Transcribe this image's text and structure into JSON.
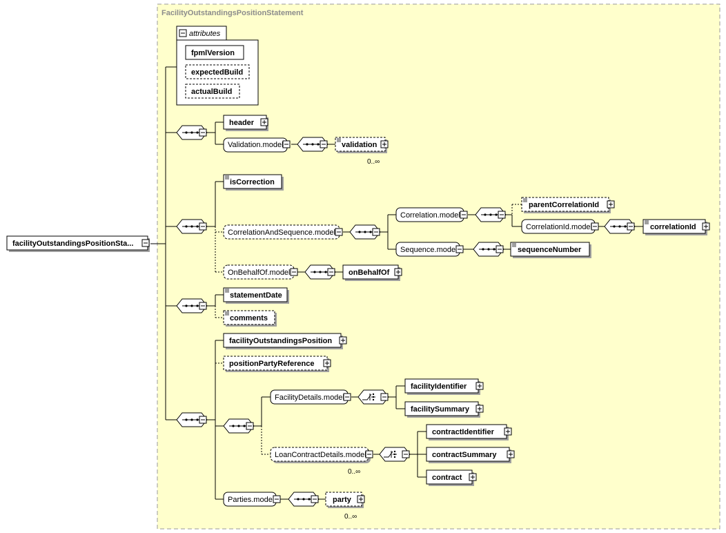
{
  "diagram": {
    "container_title": "FacilityOutstandingsPositionStatement",
    "root_element": "facilityOutstandingsPositionSta...",
    "attributes_label": "attributes",
    "attributes": [
      "fpmlVersion",
      "expectedBuild",
      "actualBuild"
    ],
    "elements": {
      "header": "header",
      "validation_model": "Validation.model",
      "validation": "validation",
      "validation_card": "0..∞",
      "is_correction": "isCorrection",
      "correlation_and_sequence_model": "CorrelationAndSequence.model",
      "correlation_model": "Correlation.model",
      "parent_correlation_id": "parentCorrelationId",
      "correlation_id_model": "CorrelationId.model",
      "correlation_id": "correlationId",
      "sequence_model": "Sequence.model",
      "sequence_number": "sequenceNumber",
      "on_behalf_of_model": "OnBehalfOf.model",
      "on_behalf_of": "onBehalfOf",
      "statement_date": "statementDate",
      "comments": "comments",
      "facility_outstandings_position": "facilityOutstandingsPosition",
      "position_party_reference": "positionPartyReference",
      "facility_details_model": "FacilityDetails.model",
      "facility_identifier": "facilityIdentifier",
      "facility_summary": "facilitySummary",
      "loan_contract_details_model": "LoanContractDetails.model",
      "loan_contract_card": "0..∞",
      "contract_identifier": "contractIdentifier",
      "contract_summary": "contractSummary",
      "contract": "contract",
      "parties_model": "Parties.model",
      "party": "party",
      "party_card": "0..∞"
    }
  }
}
